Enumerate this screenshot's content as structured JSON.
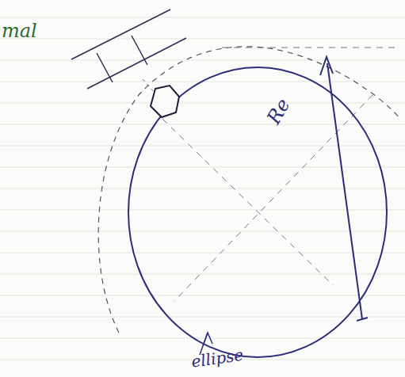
{
  "diagram": {
    "labels": [
      "mal",
      "Re",
      "ellipse"
    ]
  }
}
